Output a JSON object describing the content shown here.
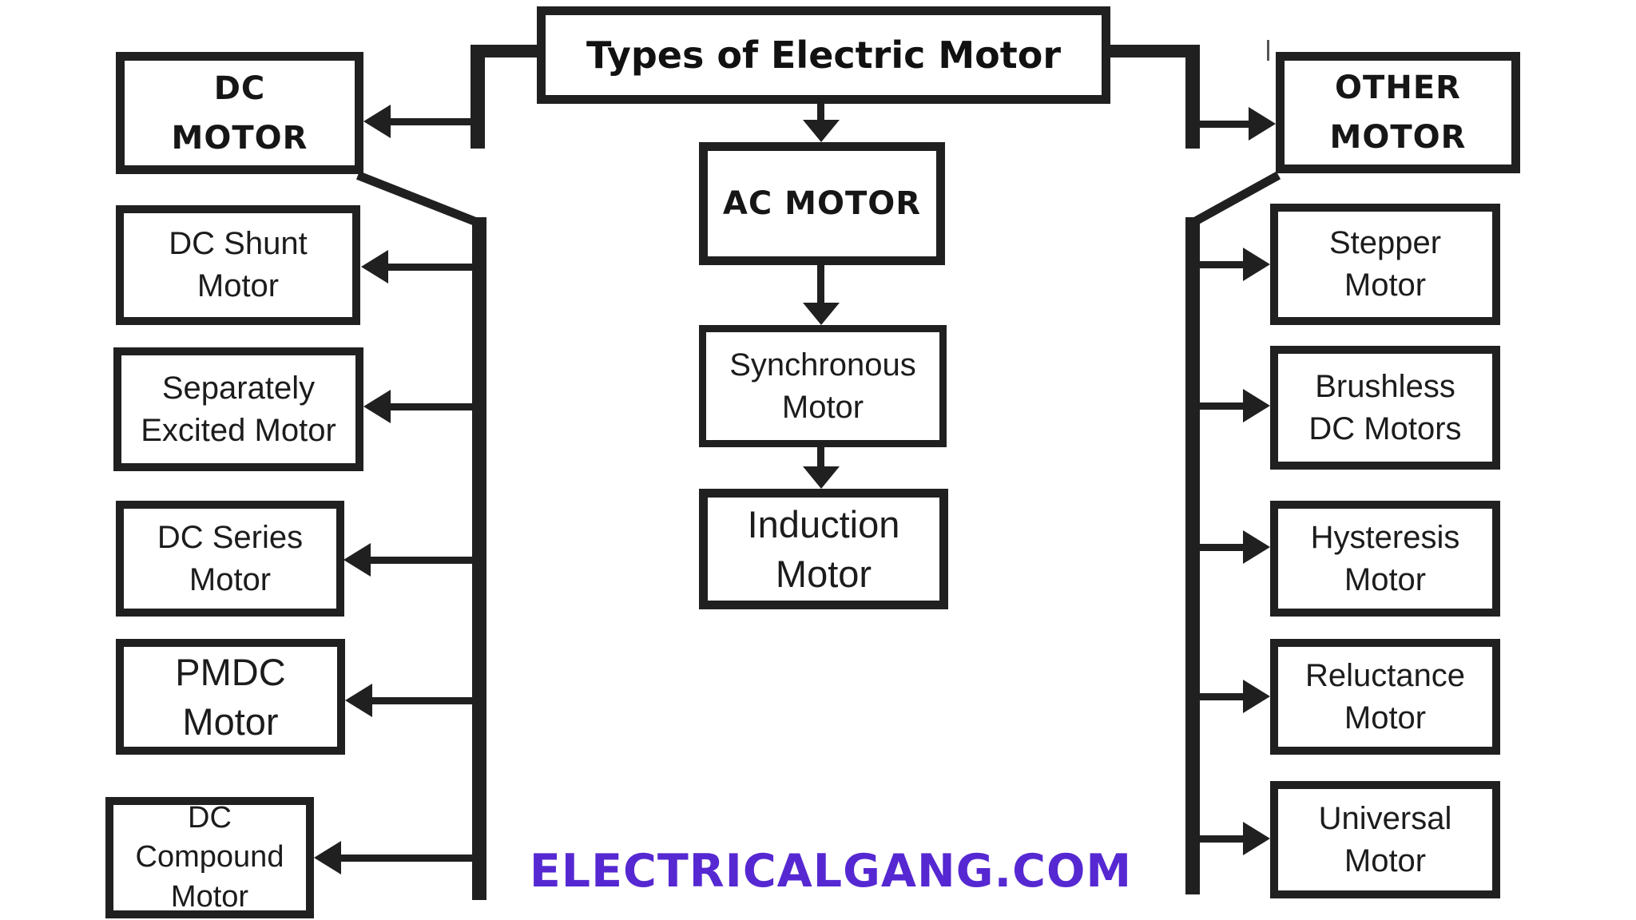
{
  "colors": {
    "ink": "#202020",
    "accent_purple": "#5628d2",
    "background": "#ffffff"
  },
  "title": "Types of Electric Motor",
  "ac_branch": {
    "header": "AC MOTOR",
    "items": [
      "Synchronous Motor",
      "Induction Motor"
    ]
  },
  "dc_branch": {
    "header_line1": "DC",
    "header_line2": "MOTOR",
    "items": [
      "DC Shunt Motor",
      "Separately Excited Motor",
      "DC Series Motor",
      "PMDC Motor",
      "DC Compound Motor"
    ]
  },
  "other_branch": {
    "header_line1": "OTHER",
    "header_line2": "MOTOR",
    "items": [
      "Stepper Motor",
      "Brushless DC Motors",
      "Hysteresis Motor",
      "Reluctance Motor",
      "Universal Motor"
    ]
  },
  "footer": {
    "website": "ELECTRICALGANG.COM"
  }
}
